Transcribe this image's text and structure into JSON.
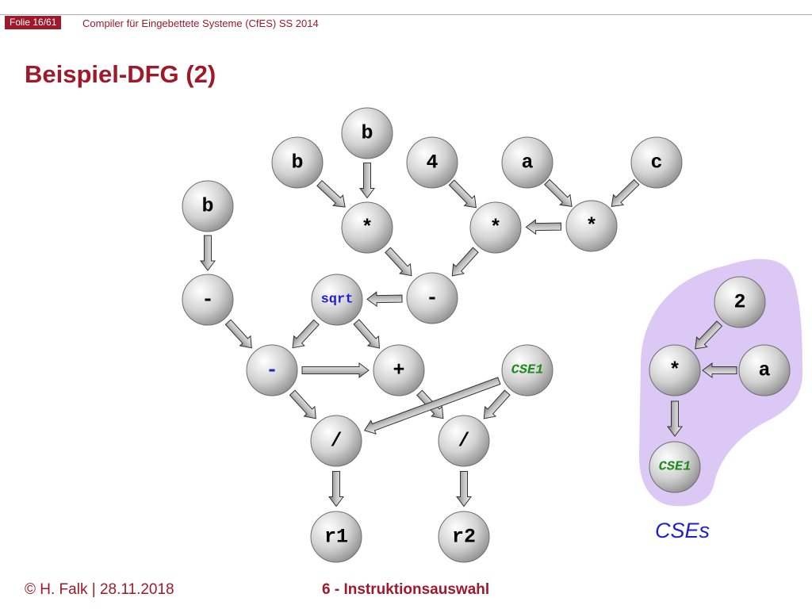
{
  "header": {
    "slide_number": "Folie 16/61",
    "course": "Compiler für Eingebettete Systeme (CfES) SS 2014"
  },
  "title": "Beispiel-DFG (2)",
  "footer": {
    "author_date": "© H. Falk | 28.11.2018",
    "chapter": "6 - Instruktionsauswahl"
  },
  "cse_region_label": "CSEs",
  "colors": {
    "brand": "#a0192a",
    "highlight_blue": "#1f1fd0",
    "cse_green": "#1e8a1e",
    "region_fill": "#dcc8f5",
    "node_text": "#000000"
  },
  "nodes": [
    {
      "id": "b_top",
      "label": "b",
      "color": "normal"
    },
    {
      "id": "b_mid",
      "label": "b",
      "color": "normal"
    },
    {
      "id": "four",
      "label": "4",
      "color": "normal"
    },
    {
      "id": "a_top",
      "label": "a",
      "color": "normal"
    },
    {
      "id": "c_top",
      "label": "c",
      "color": "normal"
    },
    {
      "id": "b_left",
      "label": "b",
      "color": "normal"
    },
    {
      "id": "mul_bb",
      "label": "*",
      "color": "normal"
    },
    {
      "id": "mul_4",
      "label": "*",
      "color": "normal"
    },
    {
      "id": "mul_ac",
      "label": "*",
      "color": "normal"
    },
    {
      "id": "neg",
      "label": "-",
      "color": "normal"
    },
    {
      "id": "sqrt",
      "label": "sqrt",
      "color": "blue"
    },
    {
      "id": "sub",
      "label": "-",
      "color": "normal"
    },
    {
      "id": "minus2",
      "label": "-",
      "color": "blue"
    },
    {
      "id": "plus",
      "label": "+",
      "color": "normal"
    },
    {
      "id": "cse1_main",
      "label": "CSE1",
      "color": "green"
    },
    {
      "id": "div1",
      "label": "/",
      "color": "normal"
    },
    {
      "id": "div2",
      "label": "/",
      "color": "normal"
    },
    {
      "id": "r1",
      "label": "r1",
      "color": "normal"
    },
    {
      "id": "r2",
      "label": "r2",
      "color": "normal"
    },
    {
      "id": "two",
      "label": "2",
      "color": "normal"
    },
    {
      "id": "mul_2a",
      "label": "*",
      "color": "normal"
    },
    {
      "id": "a_right",
      "label": "a",
      "color": "normal"
    },
    {
      "id": "cse1_out",
      "label": "CSE1",
      "color": "green"
    }
  ],
  "edges": [
    [
      "b_top",
      "mul_bb"
    ],
    [
      "b_mid",
      "mul_bb"
    ],
    [
      "four",
      "mul_4"
    ],
    [
      "a_top",
      "mul_ac"
    ],
    [
      "c_top",
      "mul_ac"
    ],
    [
      "mul_ac",
      "mul_4"
    ],
    [
      "mul_bb",
      "sub"
    ],
    [
      "mul_4",
      "sub"
    ],
    [
      "sub",
      "sqrt"
    ],
    [
      "b_left",
      "neg"
    ],
    [
      "neg",
      "minus2"
    ],
    [
      "sqrt",
      "minus2"
    ],
    [
      "sqrt",
      "plus"
    ],
    [
      "minus2",
      "plus"
    ],
    [
      "minus2",
      "div1"
    ],
    [
      "plus",
      "div2"
    ],
    [
      "cse1_main",
      "div1"
    ],
    [
      "cse1_main",
      "div2"
    ],
    [
      "div1",
      "r1"
    ],
    [
      "div2",
      "r2"
    ],
    [
      "two",
      "mul_2a"
    ],
    [
      "a_right",
      "mul_2a"
    ],
    [
      "mul_2a",
      "cse1_out"
    ]
  ]
}
